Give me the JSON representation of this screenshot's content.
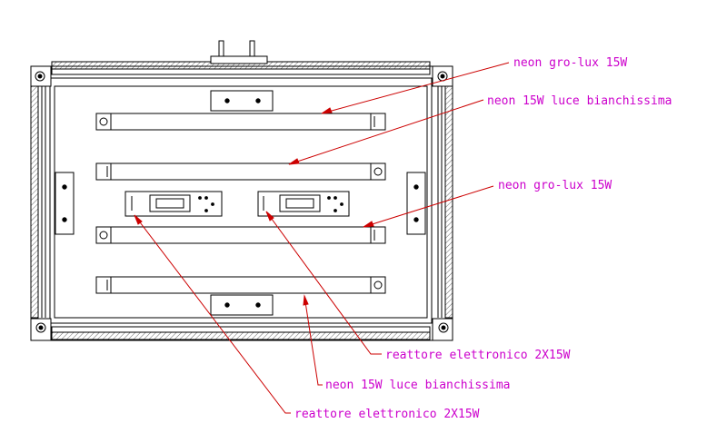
{
  "labels": {
    "top_grolux": "neon gro-lux 15W",
    "top_bianchissima": "neon 15W luce bianchissima",
    "mid_grolux": "neon gro-lux 15W",
    "reattore_right": "reattore elettronico 2X15W",
    "bottom_bianchissima": "neon 15W luce bianchissima",
    "reattore_left": "reattore elettronico 2X15W"
  },
  "colors": {
    "line": "#000000",
    "leader": "#cc0000",
    "label": "#cc00cc",
    "background": "#ffffff"
  }
}
